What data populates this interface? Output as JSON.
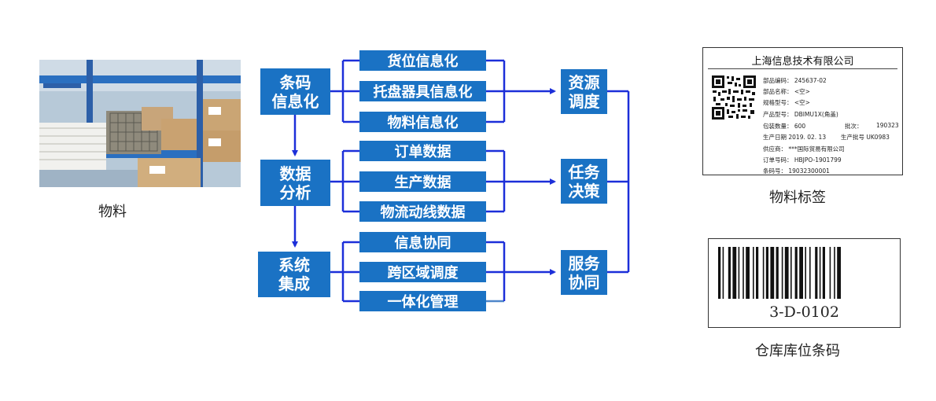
{
  "left_nodes": [
    {
      "line1": "条码",
      "line2": "信息化"
    },
    {
      "line1": "数据",
      "line2": "分析"
    },
    {
      "line1": "系统",
      "line2": "集成"
    }
  ],
  "mid_nodes": [
    "货位信息化",
    "托盘器具信息化",
    "物料信息化",
    "订单数据",
    "生产数据",
    "物流动线数据",
    "信息协同",
    "跨区域调度",
    "一体化管理"
  ],
  "right_nodes": [
    {
      "line1": "资源",
      "line2": "调度"
    },
    {
      "line1": "任务",
      "line2": "决策"
    },
    {
      "line1": "服务",
      "line2": "协同"
    }
  ],
  "captions": {
    "photo": "物料",
    "material_label": "物料标签",
    "location_barcode": "仓库库位条码"
  },
  "material_label": {
    "company": "上海信息技术有限公司",
    "rows": [
      [
        "部品编码：",
        "245637-02"
      ],
      [
        "部品名称：",
        "<空>"
      ],
      [
        "规格型号：",
        "<空>"
      ],
      [
        "产品型号：",
        "DBIMU1X(角盖)"
      ],
      [
        "包装数量：",
        "600",
        "批次：",
        "190323"
      ],
      [
        "生产日期",
        "2019. 02. 13",
        "生产批号",
        "UK0983"
      ],
      [
        "供应商：",
        "***国际贸易有限公司"
      ],
      [
        "订单号码：",
        "HBJPO-1901799"
      ],
      [
        "条码号：",
        "19032300001"
      ]
    ]
  },
  "location_barcode": {
    "code": "3-D-0102"
  },
  "colors": {
    "box": "#1a72c4",
    "connector": "#1c2fd9",
    "box_text": "#ffffff"
  }
}
